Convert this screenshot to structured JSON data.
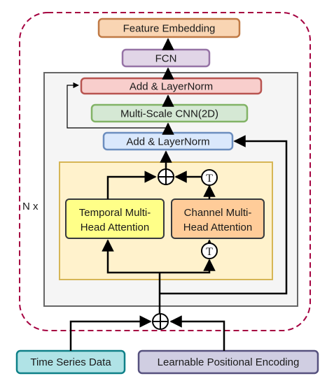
{
  "diagram": {
    "feature_embedding": "Feature Embedding",
    "fcn": "FCN",
    "add_norm_top": "Add & LayerNorm",
    "multiscale_cnn": "Multi-Scale CNN(2D)",
    "add_norm_bottom": "Add & LayerNorm",
    "temporal_attention": [
      "Temporal Multi-",
      "Head Attention"
    ],
    "channel_attention": [
      "Channel Multi-",
      "Head Attention"
    ],
    "transpose_symbol": "T",
    "repeat_label": "N x",
    "time_series": "Time Series Data",
    "positional_encoding": "Learnable Positional Encoding"
  },
  "colors": {
    "feature_embedding_fill": "#f9d5b3",
    "feature_embedding_stroke": "#c07a45",
    "fcn_fill": "#e1d5e7",
    "fcn_stroke": "#9673a6",
    "add_norm_top_fill": "#f8cecc",
    "add_norm_top_stroke": "#b85450",
    "cnn_fill": "#d5e8d4",
    "cnn_stroke": "#82b366",
    "add_norm_bottom_fill": "#dae8fc",
    "add_norm_bottom_stroke": "#6c8ebf",
    "attention_panel_fill": "#fff2cc",
    "attention_panel_stroke": "#d6b656",
    "temporal_fill": "#ffff88",
    "temporal_stroke": "#36393d",
    "channel_fill": "#ffcc99",
    "channel_stroke": "#36393d",
    "time_series_fill": "#b0e3e6",
    "time_series_stroke": "#0e8088",
    "positional_fill": "#d0cee2",
    "positional_stroke": "#56517e",
    "dashed_border": "#a50040",
    "block_fill": "#f5f5f5",
    "block_stroke": "#666666"
  }
}
